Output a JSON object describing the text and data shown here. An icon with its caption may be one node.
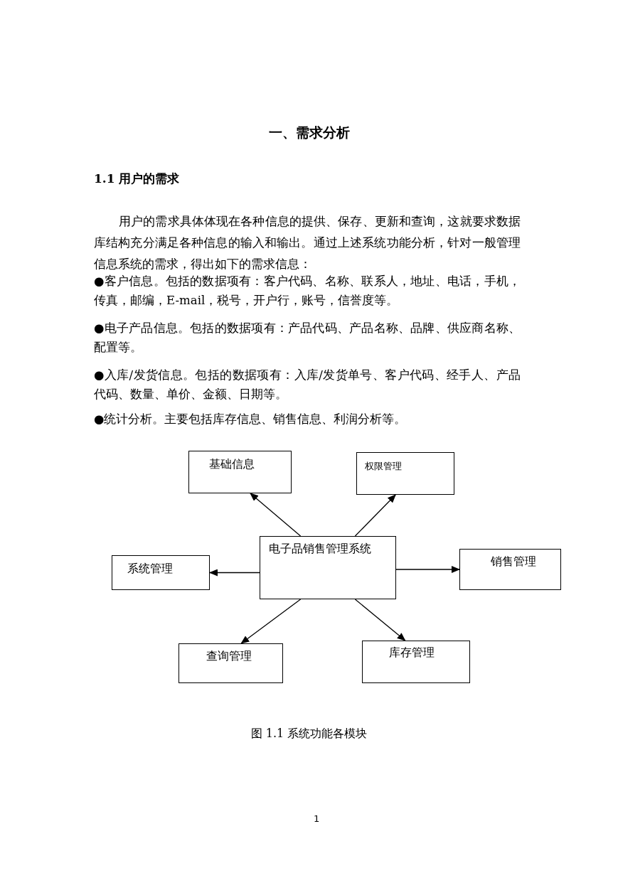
{
  "diagram": {
    "title": "一、需求分析",
    "caption": "图 1.1 系统功能各模块",
    "nodes": [
      {
        "text": [
          "基础信息"
        ]
      },
      {
        "text": [
          "权限管理"
        ]
      },
      {
        "text": [
          "电子品销售管理系统"
        ]
      },
      {
        "text": [
          "系统管理"
        ]
      },
      {
        "text": [
          "销售管理"
        ]
      },
      {
        "text": [
          "查询管理"
        ]
      },
      {
        "text": [
          "库存管理"
        ]
      }
    ],
    "edges": [
      {
        "from": 2,
        "to": 0,
        "arrow": "to"
      },
      {
        "from": 2,
        "to": 1,
        "arrow": "to"
      },
      {
        "from": 2,
        "to": 3,
        "arrow": "to"
      },
      {
        "from": 2,
        "to": 4,
        "arrow": "to"
      },
      {
        "from": 2,
        "to": 5,
        "arrow": "to"
      },
      {
        "from": 2,
        "to": 6,
        "arrow": "to"
      }
    ],
    "labels": [
      "1.1 用户的需求",
      "用户的需求具体体现在各种信息的提供、保存、更新和查询，这就要求数据库结构充分满足各种信息的输入和输出。通过上述系统功能分析，针对一般管理信息系统的需求，得出如下的需求信息：",
      "●客户信息。包括的数据项有：客户代码、名称、联系人，地址、电话，手机，传真，邮编，E-mail，税号，开户行，账号，信誉度等。",
      "●电子产品信息。包括的数据项有：产品代码、产品名称、品牌、供应商名称、配置等。",
      "●入库/发货信息。包括的数据项有：入库/发货单号、客户代码、经手人、产品代码、数量、单价、金额、日期等。",
      "●统计分析。主要包括库存信息、销售信息、利润分析等。",
      "1"
    ]
  }
}
